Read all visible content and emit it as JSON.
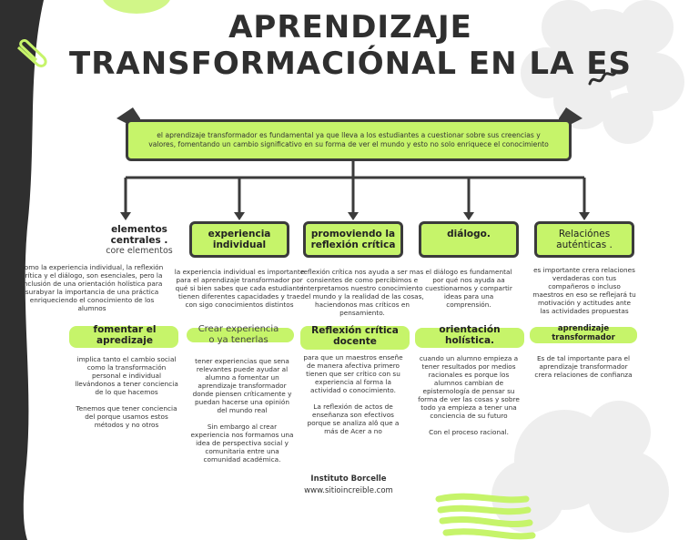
{
  "title": "APRENDIZAJE TRANSFORMACIÓNAL EN LA ES",
  "banner": "el aprendizaje transformador es fundamental ya que lleva a los estudiantes a cuestionar sobre sus creencias y valores, fomentando un cambio significativo en su forma de ver el mundo y esto no solo enriquece el conocimiento",
  "columns": [
    {
      "heading": "elementos centrales .",
      "heading_sub": "core elementos",
      "body": "como la experiencia individual, la reflexión crítica y el diálogo, son esenciales, pero la inclusión de una orientación holística para surabyar la importancia de una práctica enriqueciendo el conocimiento de los alumnos",
      "sub": "fomentar el apredizaje",
      "sub_body": "implica tanto el cambio social como la transformación personal e individual llevándonos a tener conciencia de lo que hacemos\n\nTenemos que tener conciencia del porque usamos estos métodos y no otros"
    },
    {
      "heading": "experiencia individual",
      "body": "la experiencia individual es importante para el aprendizaje transformador por qué si bien sabes que cada estudiante tienen diferentes capacidades y trae con sigo conocimientos distintos",
      "sub": "Crear experiencia o ya tenerlas",
      "sub_body": "tener experiencias que sena relevantes puede ayudar al alumno a fomentar un aprendizaje transformador donde piensen críticamente y puedan hacerse una opinión del mundo real\n\nSin embargo al crear experiencia nos formamos una idea de perspectiva social y comunitaria entre una comunidad académica."
    },
    {
      "heading": "promoviendo la reflexión crítica",
      "body": "reflexión crítica nos ayuda a ser mas consientes de como percibimos e interpretamos nuestro conocimiento del mundo y la realidad de las cosas, haciendonos mas críticos  en pensamiento.",
      "sub": "Reflexión crítica docente",
      "sub_body": "para que un maestros enseñe de manera afectiva primero tienen que ser crítico con su experiencia al forma la actividad o conocimiento.\n\nLa reflexión de actos de enseñanza son efectivos porque se analiza alô que a más de Acer a no"
    },
    {
      "heading": "diálogo.",
      "body": "el diálogo es fundamental por qué nos ayuda aa cuestionarnos y compartir ideas para una comprensión.",
      "sub": "orientación holística.",
      "sub_body": "cuando un alumno empieza a tener resultados por medios racionales es porque los alumnos cambian de epistemología de pensar su forma de ver las cosas y sobre todo ya empieza a tener una conciencia de su futuro\n\nCon el proceso racional."
    },
    {
      "heading": "Relaciónes auténticas .",
      "body": "es importante crera relaciones verdaderas con tus compañeros o incluso maestros en eso se reflejará tu motivación y actitudes ante las actividades propuestas",
      "sub": "aprendizaje transformador",
      "sub_body": "Es de tal importante para el aprendizaje transformador crera relaciones de confianza"
    }
  ],
  "footer": {
    "org": "Instituto Borcelle",
    "url": "www.sitioincreible.com"
  },
  "colors": {
    "accent": "#c6f46a",
    "dark": "#3b3b3b"
  }
}
